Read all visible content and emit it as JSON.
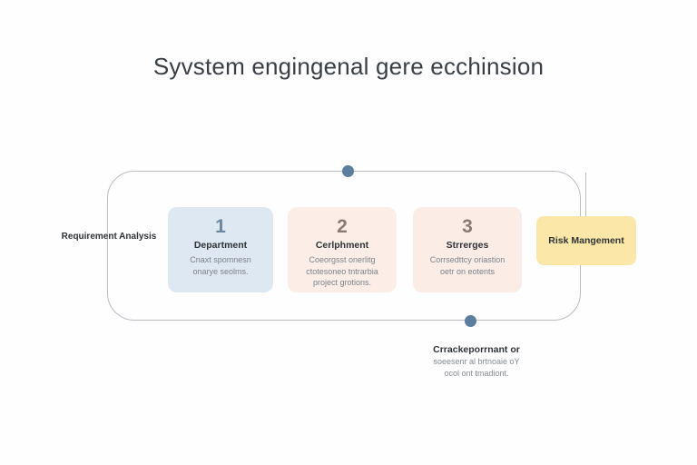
{
  "page": {
    "title": "Syvstem engingenal gere ecchinsion",
    "background_color": "#fefefe",
    "container_border_color": "#b9bcc2",
    "connector_dot_color": "#5b7d9e"
  },
  "left_label": {
    "text": "Requirement Analysis"
  },
  "steps": [
    {
      "number": "1",
      "title": "Department",
      "body_lines": [
        "Cnaxt spomnesn",
        "onarye seolms."
      ],
      "fill_color": "#dde8f2",
      "number_color": "#6a86a0"
    },
    {
      "number": "2",
      "title": "Cerlphment",
      "body_lines": [
        "Coeorgsst onerlitg",
        "ctotesoneo tntrarbia",
        "project grotions."
      ],
      "fill_color": "#fceee6",
      "number_color": "#8a7a72"
    },
    {
      "number": "3",
      "title": "Strrerges",
      "body_lines": [
        "Corrsedttcy oriastion",
        "oetr on eotents"
      ],
      "fill_color": "#fcece6",
      "number_color": "#8a7a72"
    }
  ],
  "risk_node": {
    "label": "Risk Mangement",
    "fill_color": "#fbe8a8"
  },
  "bottom_caption": {
    "title": "Crrackeporrnant or",
    "lines": [
      "soeesenr al brtnoaie oY",
      "ocol ont tmadiont."
    ]
  }
}
